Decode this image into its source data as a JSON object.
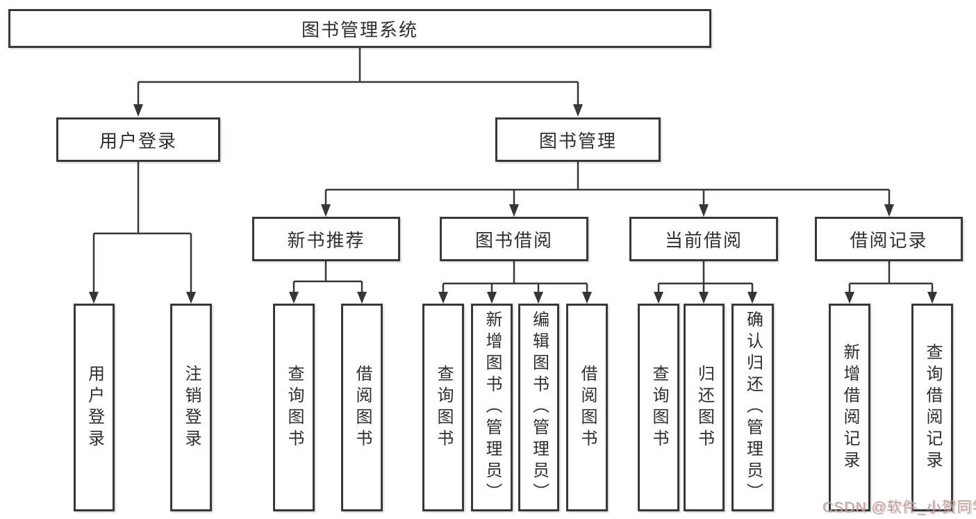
{
  "diagram": {
    "colors": {
      "page_bg": "#ffffff",
      "line": "#363636",
      "box_border": "#383838",
      "box_bg": "#ffffff",
      "label_text": "#2e2e2e",
      "watermark_text": "#ababab"
    },
    "tree": {
      "root": {
        "label": "图书管理系统",
        "children": [
          {
            "label": "用户登录",
            "children": [
              {
                "label": "用户登录"
              },
              {
                "label": "注销登录"
              }
            ]
          },
          {
            "label": "图书管理",
            "children": [
              {
                "label": "新书推荐",
                "children": [
                  {
                    "label": "查询图书"
                  },
                  {
                    "label": "借阅图书"
                  }
                ]
              },
              {
                "label": "图书借阅",
                "children": [
                  {
                    "label": "查询图书"
                  },
                  {
                    "label": "新增图书（管理员）"
                  },
                  {
                    "label": "编辑图书（管理员）"
                  },
                  {
                    "label": "借阅图书"
                  }
                ]
              },
              {
                "label": "当前借阅",
                "children": [
                  {
                    "label": "查询图书"
                  },
                  {
                    "label": "归还图书"
                  },
                  {
                    "label": "确认归还（管理员）"
                  }
                ]
              },
              {
                "label": "借阅记录",
                "children": [
                  {
                    "label": "新增借阅记录"
                  },
                  {
                    "label": "查询借阅记录"
                  }
                ]
              }
            ]
          }
        ]
      }
    },
    "watermark": {
      "text": "CSDN @软件_小贺同学"
    }
  }
}
